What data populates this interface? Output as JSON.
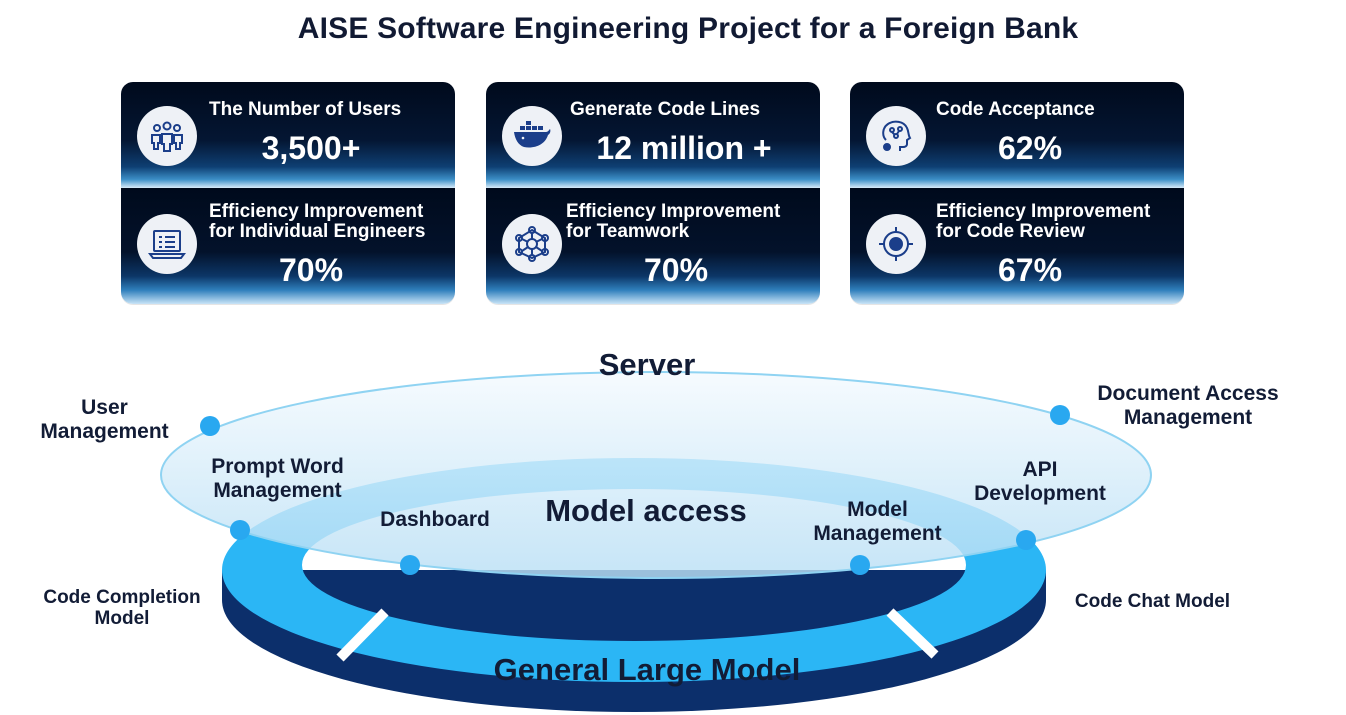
{
  "title": "AISE Software Engineering Project for a Foreign Bank",
  "metrics": [
    {
      "label": "The Number of Users",
      "value": "3,500+",
      "icon": "users-icon"
    },
    {
      "label": "Generate Code Lines",
      "value": "12 million +",
      "icon": "whale-container-icon"
    },
    {
      "label": "Code Acceptance",
      "value": "62%",
      "icon": "brain-head-icon"
    },
    {
      "label_line1": "Efficiency Improvement",
      "label_line2": "for Individual Engineers",
      "value": "70%",
      "icon": "laptop-list-icon"
    },
    {
      "label_line1": "Efficiency Improvement",
      "label_line2": "for Teamwork",
      "value": "70%",
      "icon": "network-hub-icon"
    },
    {
      "label_line1": "Efficiency Improvement",
      "label_line2": "for Code Review",
      "value": "67%",
      "icon": "target-icon"
    }
  ],
  "diagram": {
    "server_label": "Server",
    "model_access_label": "Model access",
    "general_model_label": "General Large Model",
    "server_modules": [
      {
        "line1": "User",
        "line2": "Management"
      },
      {
        "line1": "Document Access",
        "line2": "Management"
      },
      {
        "line1": "Prompt Word",
        "line2": "Management"
      },
      {
        "line1": "Dashboard",
        "line2": ""
      },
      {
        "line1": "Model",
        "line2": "Management"
      },
      {
        "line1": "API",
        "line2": "Development"
      }
    ],
    "models": [
      {
        "line1": "Code Completion",
        "line2": "Model"
      },
      {
        "line1": "Code Chat Model",
        "line2": ""
      }
    ]
  },
  "colors": {
    "card_dark": "#000a1c",
    "ring_blue": "#2bb6f5",
    "ring_side": "#0c2f6b",
    "dot_blue": "#29a8f0",
    "server_disc": "#cfe9f8"
  }
}
